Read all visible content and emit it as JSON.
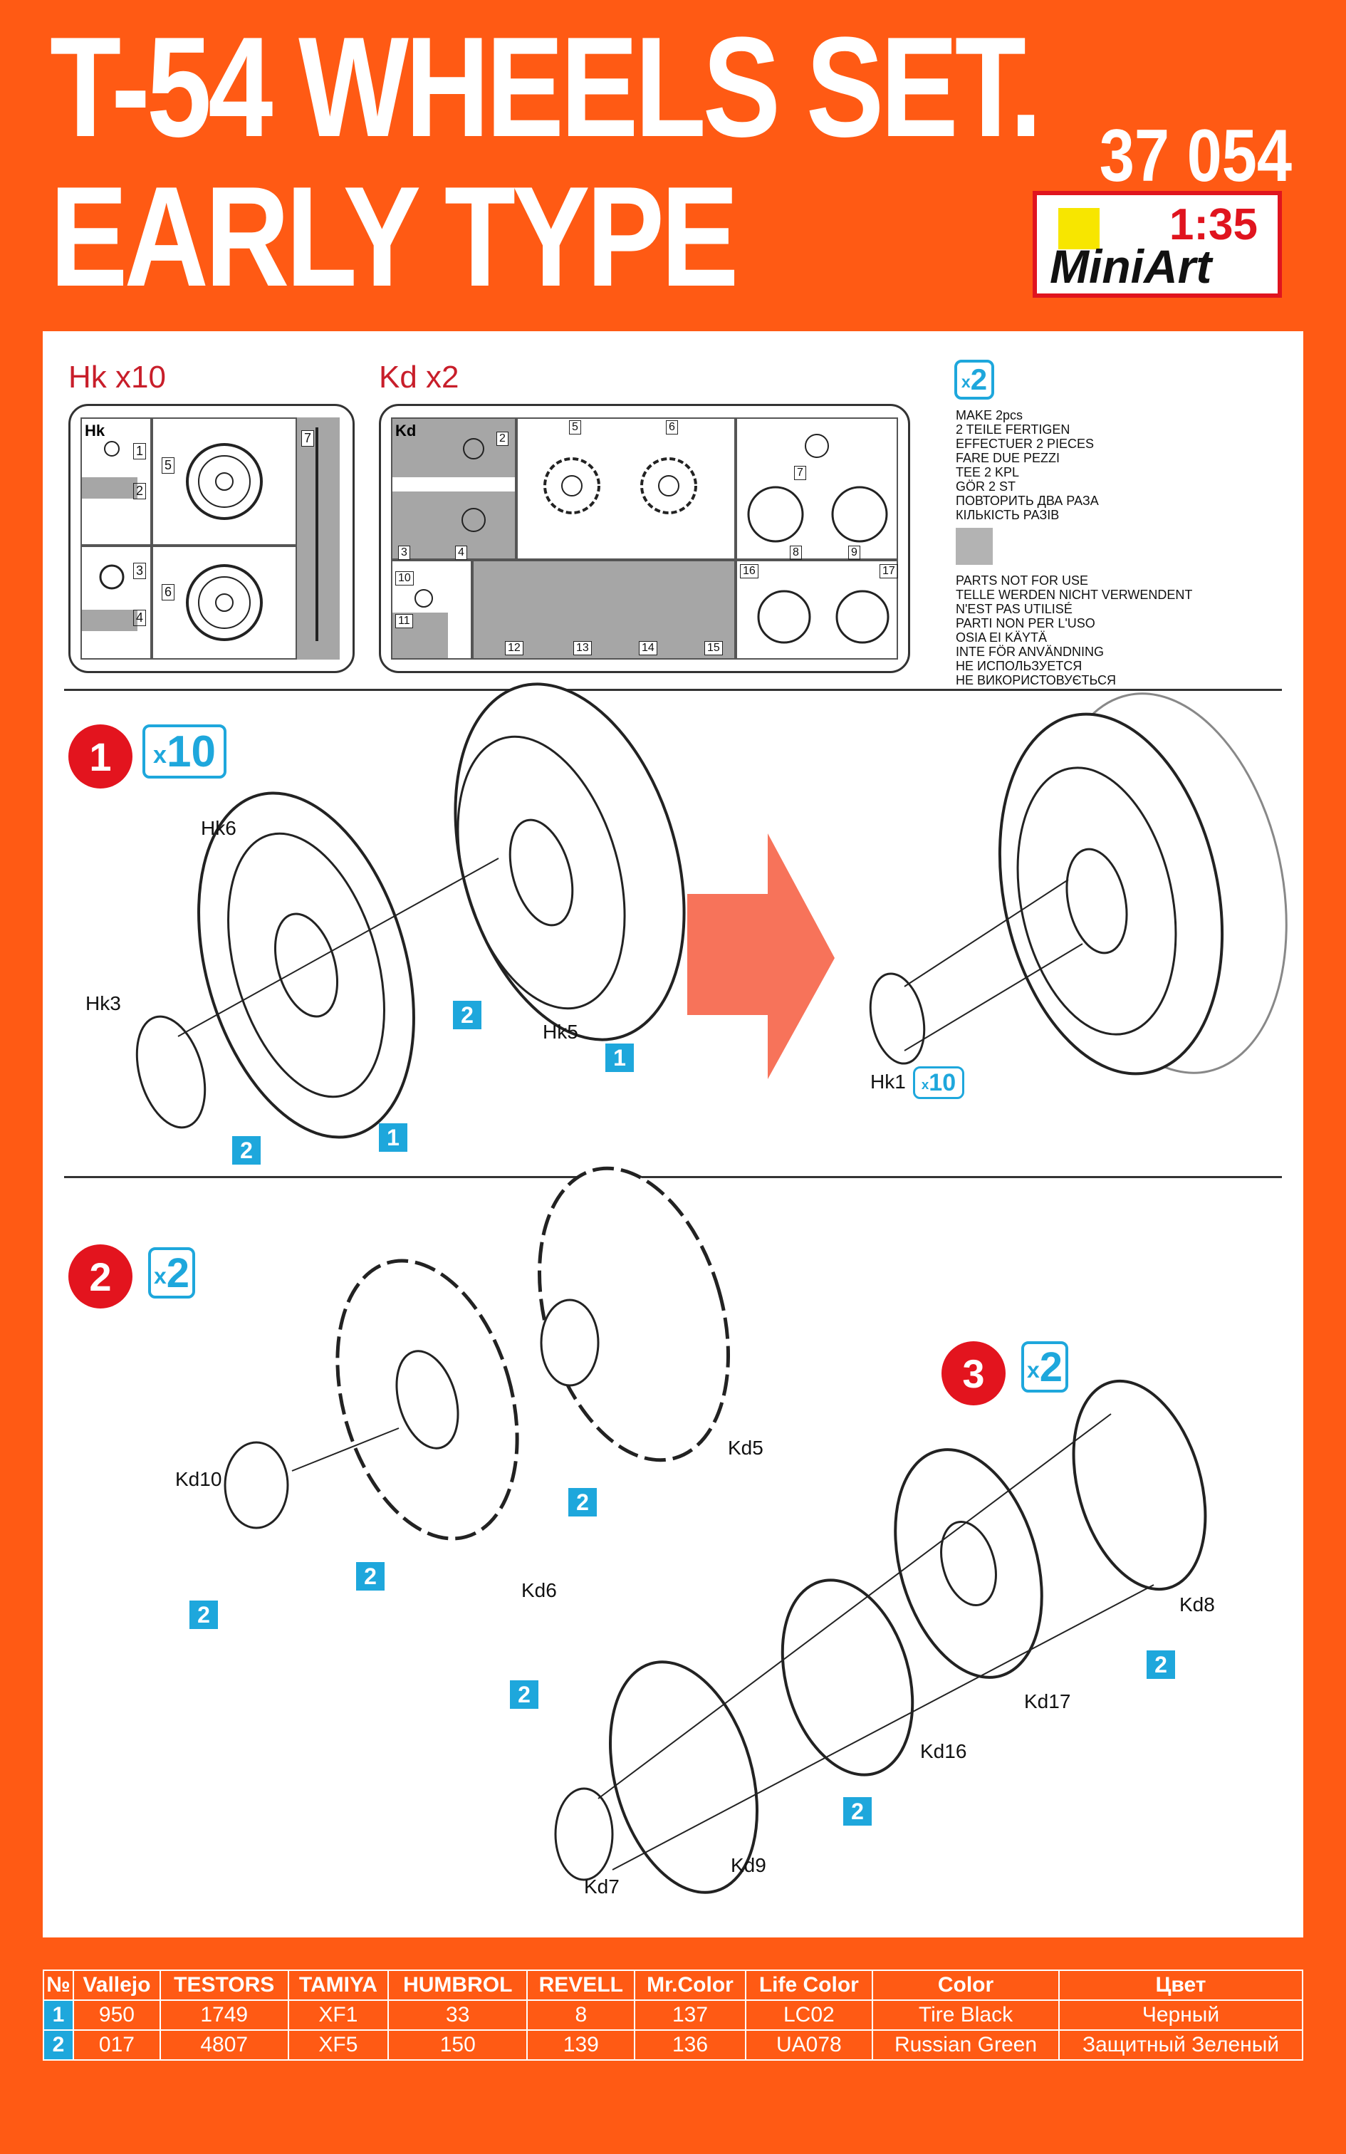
{
  "header": {
    "title_line1": "T-54 WHEELS SET.",
    "title_line2": "EARLY TYPE",
    "kit_number": "37 054",
    "scale": "1:35",
    "brand": "MiniArt"
  },
  "sprues": [
    {
      "label": "Hk x10",
      "letter": "Hk",
      "numbers": [
        "1",
        "2",
        "3",
        "4",
        "5",
        "6",
        "7"
      ]
    },
    {
      "label": "Kd x2",
      "letter": "Kd",
      "numbers": [
        "2",
        "3",
        "4",
        "5",
        "6",
        "7",
        "8",
        "9",
        "10",
        "11",
        "12",
        "13",
        "14",
        "15",
        "16",
        "17"
      ]
    }
  ],
  "legend": {
    "badge_x": "x",
    "badge_n": "2",
    "make_lines": [
      "MAKE 2pcs",
      "2 TEILE FERTIGEN",
      "EFFECTUER 2 PIECES",
      "FARE DUE PEZZI",
      "TEE 2 KPL",
      "GÖR 2 ST",
      "ПОВТОРИТЬ ДВА РАЗА",
      "КІЛЬКІСТЬ РАЗІВ"
    ],
    "unused_lines": [
      "PARTS NOT FOR USE",
      "TELLE WERDEN NICHT VERWENDENT",
      "N'EST PAS UTILISÉ",
      "PARTI NON PER L'USO",
      "OSIA EI KÄYTÄ",
      "INTE FÖR ANVÄNDNING",
      "НЕ ИСПОЛЬЗУЕТСЯ",
      "НЕ ВИКОРИСТОВУЄТЬСЯ"
    ]
  },
  "steps": [
    {
      "number": "1",
      "mult_x": "x",
      "mult_n": "10",
      "parts": [
        "Hk6",
        "Hk3",
        "Hk5",
        "Hk1"
      ],
      "result_mult": "10"
    },
    {
      "number": "2",
      "mult_x": "x",
      "mult_n": "2",
      "parts": [
        "Kd10",
        "Kd6",
        "Kd5"
      ]
    },
    {
      "number": "3",
      "mult_x": "x",
      "mult_n": "2",
      "parts": [
        "Kd8",
        "Kd17",
        "Kd16",
        "Kd9",
        "Kd7"
      ]
    }
  ],
  "color_tags": {
    "one": "1",
    "two": "2"
  },
  "color_table": {
    "headers": [
      "№",
      "Vallejo",
      "TESTORS",
      "TAMIYA",
      "HUMBROL",
      "REVELL",
      "Mr.Color",
      "Life Color",
      "Color",
      "Цвет"
    ],
    "rows": [
      [
        "1",
        "950",
        "1749",
        "XF1",
        "33",
        "8",
        "137",
        "LC02",
        "Tire Black",
        "Черный"
      ],
      [
        "2",
        "017",
        "4807",
        "XF5",
        "150",
        "139",
        "136",
        "UA078",
        "Russian Green",
        "Защитный Зеленый"
      ]
    ]
  }
}
